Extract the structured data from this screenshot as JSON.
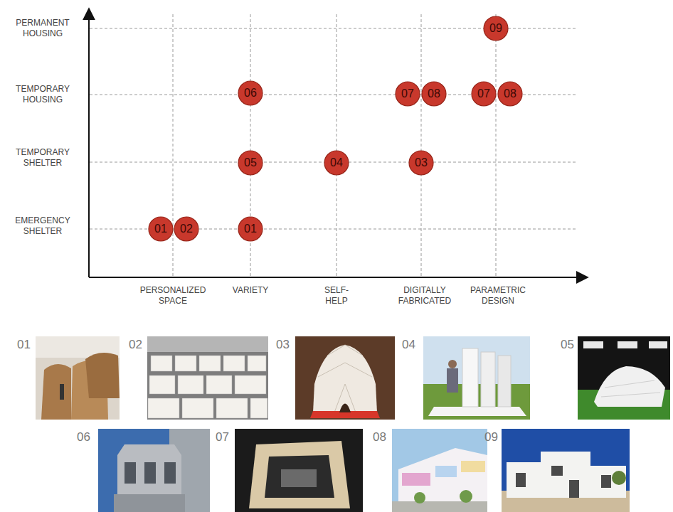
{
  "diagram": {
    "nodes": [
      {
        "text": [
          "09"
        ]
      },
      {
        "text": [
          "06"
        ]
      },
      {
        "text": [
          "07"
        ]
      },
      {
        "text": [
          "08"
        ]
      },
      {
        "text": [
          "07"
        ]
      },
      {
        "text": [
          "08"
        ]
      },
      {
        "text": [
          "05"
        ]
      },
      {
        "text": [
          "04"
        ]
      },
      {
        "text": [
          "03"
        ]
      },
      {
        "text": [
          "01"
        ]
      },
      {
        "text": [
          "02"
        ]
      },
      {
        "text": [
          "01"
        ]
      }
    ],
    "labels": [
      "PERMANENT HOUSING",
      "TEMPORARY HOUSING",
      "TEMPORARY SHELTER",
      "EMERGENCY SHELTER",
      "PERSONALIZED SPACE",
      "VARIETY",
      "SELF- HELP",
      "DIGITALLY FABRICATED",
      "PARAMETRIC DESIGN",
      "01",
      "02",
      "03",
      "04",
      "05",
      "06",
      "07",
      "08",
      "09"
    ]
  }
}
